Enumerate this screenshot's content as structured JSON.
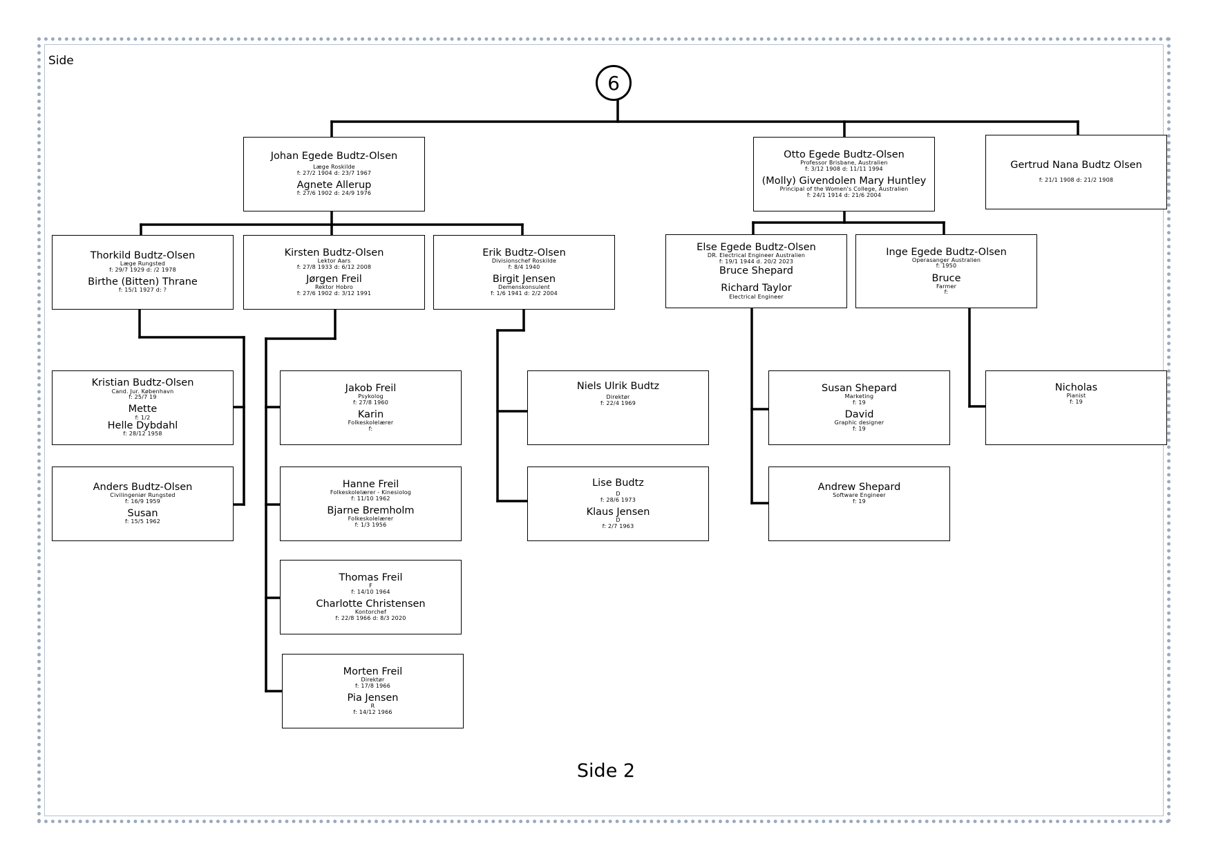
{
  "page": {
    "corner_label": "Side",
    "page_label": "Side 2",
    "root_number": "6",
    "border_color": "#9aa9bd"
  },
  "people": {
    "johan": {
      "name": "Johan Egede Budtz-Olsen",
      "occupation": "Læge Roskilde",
      "dates": "f: 27/2 1904 d: 23/7 1967",
      "spouse": "Agnete Allerup",
      "spouse_dates": "f: 27/6 1902 d: 24/9 1976"
    },
    "otto": {
      "name": "Otto Egede Budtz-Olsen",
      "occupation": "Professor Brisbane, Australien",
      "dates": "f: 3/12 1908 d: 11/11 1994",
      "spouse": "(Molly) Givendolen Mary Huntley",
      "spouse_occupation": "Principal of the Women's College, Australien",
      "spouse_dates": "f: 24/1 1914 d: 21/6 2004"
    },
    "gertrud": {
      "name": "Gertrud Nana Budtz Olsen",
      "dates": "f: 21/1 1908 d: 21/2 1908"
    },
    "thorkild": {
      "name": "Thorkild Budtz-Olsen",
      "occupation": "Læge Rungsted",
      "dates": "f: 29/7 1929 d: /2 1978",
      "spouse": "Birthe (Bitten) Thrane",
      "spouse_dates": "f: 15/1 1927 d: ?"
    },
    "kirsten": {
      "name": "Kirsten Budtz-Olsen",
      "occupation": "Lektor Aars",
      "dates": "f: 27/8 1933 d: 6/12 2008",
      "spouse": "Jørgen Freil",
      "spouse_occupation": "Rektor Hobro",
      "spouse_dates": "f: 27/6 1902 d: 3/12 1991"
    },
    "erik": {
      "name": "Erik Budtz-Olsen",
      "occupation": "Divisionschef Roskilde",
      "dates": "f: 8/4 1940",
      "spouse": "Birgit Jensen",
      "spouse_occupation": "Demenskonsulent",
      "spouse_dates": "f: 1/6 1941 d: 2/2 2004"
    },
    "else": {
      "name": "Else Egede Budtz-Olsen",
      "occupation": "DR. Electrical Engineer Australien",
      "dates": "f: 19/1 1944 d. 20/2 2023",
      "spouse": "Bruce Shepard",
      "spouse2": "Richard Taylor",
      "spouse2_occupation": "Electrical Engineer"
    },
    "inge": {
      "name": "Inge Egede Budtz-Olsen",
      "occupation": "Operasanger Australien",
      "dates": "f: 1950",
      "spouse": "Bruce",
      "spouse_occupation": "Farmer",
      "spouse_dates": "f:"
    },
    "kristian": {
      "name": "Kristian Budtz-Olsen",
      "occupation": "Cand. Jur. København",
      "dates": "f: 25/7 19",
      "spouse": "Mette",
      "spouse_dates": "f: 1/2",
      "spouse2": "Helle Dybdahl",
      "spouse2_dates": "f: 28/12 1958"
    },
    "anders": {
      "name": "Anders Budtz-Olsen",
      "occupation": "Civilingeniør Rungsted",
      "dates": "f: 16/9 1959",
      "spouse": "Susan",
      "spouse_dates": "f: 15/5 1962"
    },
    "jakob": {
      "name": "Jakob Freil",
      "occupation": "Psykolog",
      "dates": "f: 27/8 1960",
      "spouse": "Karin",
      "spouse_occupation": "Folkeskolelærer",
      "spouse_dates": "f:"
    },
    "hanne": {
      "name": "Hanne Freil",
      "occupation": "Folkeskolelærer - Kinesiolog",
      "dates": "f: 11/10 1962",
      "spouse": "Bjarne Bremholm",
      "spouse_occupation": "Folkeskolelærer",
      "spouse_dates": "f: 1/3 1956"
    },
    "thomas": {
      "name": "Thomas Freil",
      "occupation": "F",
      "dates": "f: 14/10 1964",
      "spouse": "Charlotte Christensen",
      "spouse_occupation": "Kontorchef",
      "spouse_dates": "f: 22/8 1966 d: 8/3 2020"
    },
    "morten": {
      "name": "Morten Freil",
      "occupation": "Direktør",
      "dates": "f: 17/8 1966",
      "spouse": "Pia Jensen",
      "spouse_occupation": "R",
      "spouse_dates": "f: 14/12 1966"
    },
    "niels": {
      "name": "Niels Ulrik Budtz",
      "occupation": "Direktør",
      "dates": "f: 22/4 1969"
    },
    "lise": {
      "name": "Lise Budtz",
      "occupation": "D",
      "dates": "f: 28/6 1973",
      "spouse": "Klaus Jensen",
      "spouse_occupation": "D",
      "spouse_dates": "f: 2/7 1963"
    },
    "susan": {
      "name": "Susan Shepard",
      "occupation": "Marketing",
      "dates": "f: 19",
      "spouse": "David",
      "spouse_occupation": "Graphic designer",
      "spouse_dates": "f: 19"
    },
    "andrew": {
      "name": "Andrew Shepard",
      "occupation": "Software Engineer",
      "dates": "f: 19"
    },
    "nicholas": {
      "name": "Nicholas",
      "occupation": "Pianist",
      "dates": "f: 19"
    }
  }
}
